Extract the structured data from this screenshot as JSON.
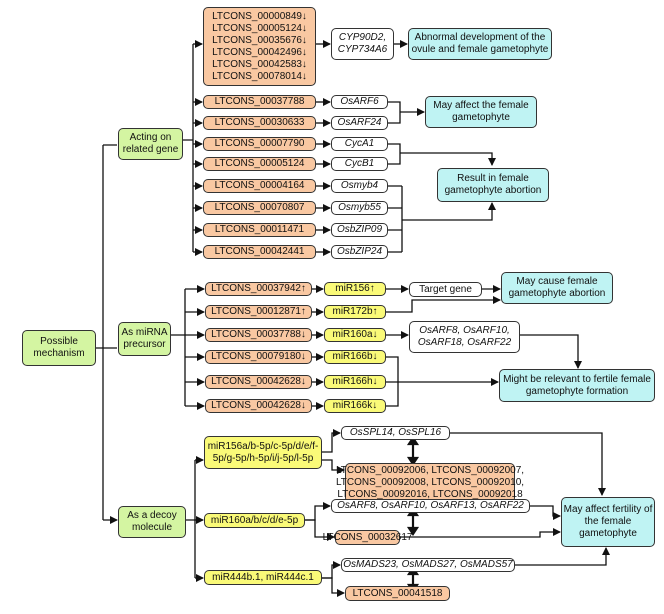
{
  "root": "Possible mechanism",
  "branches": {
    "gene": "Acting on related gene",
    "mirna": "As miRNA precursor",
    "decoy": "As a decoy molecule"
  },
  "gene": {
    "group1": [
      "LTCONS_00000849↓",
      "LTCONS_00005124↓",
      "LTCONS_00035676↓",
      "LTCONS_00042496↓",
      "LTCONS_00042583↓",
      "LTCONS_00078014↓"
    ],
    "group1_target": "CYP90D2, CYP734A6",
    "group1_effect": "Abnormal development of the ovule and female gametophyte",
    "lnc": [
      "LTCONS_00037788",
      "LTCONS_00030633",
      "LTCONS_00007790",
      "LTCONS_00005124",
      "LTCONS_00004164",
      "LTCONS_00070807",
      "LTCONS_00011471",
      "LTCONS_00042441"
    ],
    "targets": [
      "OsARF6",
      "OsARF24",
      "CycA1",
      "CycB1",
      "Osmyb4",
      "Osmyb55",
      "OsbZIP09",
      "OsbZIP24"
    ],
    "effect_arf": "May affect the female gametophyte",
    "effect_abortion": "Result in female gametophyte abortion"
  },
  "mirna": {
    "lnc": [
      "LTCONS_00037942↑",
      "LTCONS_00012871↑",
      "LTCONS_00037788↓",
      "LTCONS_00079180↓",
      "LTCONS_00042628↓",
      "LTCONS_00042628↓"
    ],
    "mirs": [
      "miR156↑",
      "miR172b↑",
      "miR160a↓",
      "miR166b↓",
      "miR166h↓",
      "miR166k↓"
    ],
    "target_gene": "Target gene",
    "arf_targets": "OsARF8, OsARF10, OsARF18, OsARF22",
    "effect_abortion": "May cause female gametophyte abortion",
    "effect_fertile": "Might be relevant to fertile female gametophyte formation"
  },
  "decoy": {
    "mir1": "miR156a/b-5p/c-5p/d/e/f-5p/g-5p/h-5p/i/j-5p/l-5p",
    "spl": "OsSPL14, OsSPL16",
    "lnc1": [
      "LTCONS_00092006, LTCONS_00092007,",
      "LTCONS_00092008, LTCONS_00092010,",
      "LTCONS_00092016, LTCONS_00092018"
    ],
    "mir2": "miR160a/b/c/d/e-5p",
    "arf": "OsARF8, OsARF10, OsARF13, OsARF22",
    "lnc2": "LTCONS_00032617",
    "mir3": "miR444b.1, miR444c.1",
    "mads": "OsMADS23, OsMADS27, OsMADS57",
    "lnc3": "LTCONS_00041518",
    "effect": "May affect fertility of the female gametophyte"
  }
}
